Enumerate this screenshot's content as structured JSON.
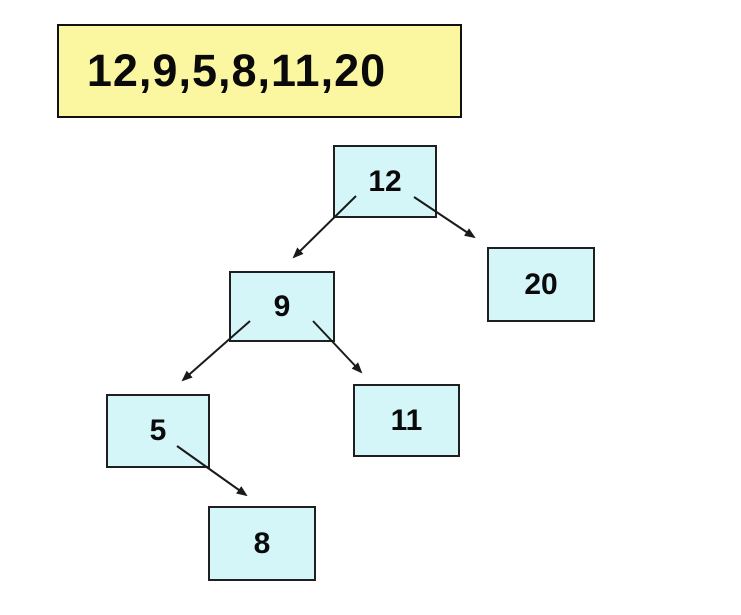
{
  "diagram": {
    "sequence_label": "12,9,5,8,11,20",
    "tree": {
      "nodes": [
        {
          "id": "12",
          "label": "12",
          "role": "root"
        },
        {
          "id": "9",
          "label": "9",
          "role": "left-child-of-12"
        },
        {
          "id": "20",
          "label": "20",
          "role": "right-child-of-12"
        },
        {
          "id": "5",
          "label": "5",
          "role": "left-child-of-9"
        },
        {
          "id": "11",
          "label": "11",
          "role": "right-child-of-9"
        },
        {
          "id": "8",
          "label": "8",
          "role": "right-child-of-5"
        }
      ],
      "edges": [
        {
          "from": "12",
          "to": "9"
        },
        {
          "from": "12",
          "to": "20"
        },
        {
          "from": "9",
          "to": "5"
        },
        {
          "from": "9",
          "to": "11"
        },
        {
          "from": "5",
          "to": "8"
        }
      ]
    },
    "colors": {
      "background": "#ffffff",
      "sequence_box_fill": "#faf7a0",
      "node_fill": "#d5f6f8",
      "border": "#1f1f1f",
      "arrow": "#1a1a1a"
    }
  }
}
